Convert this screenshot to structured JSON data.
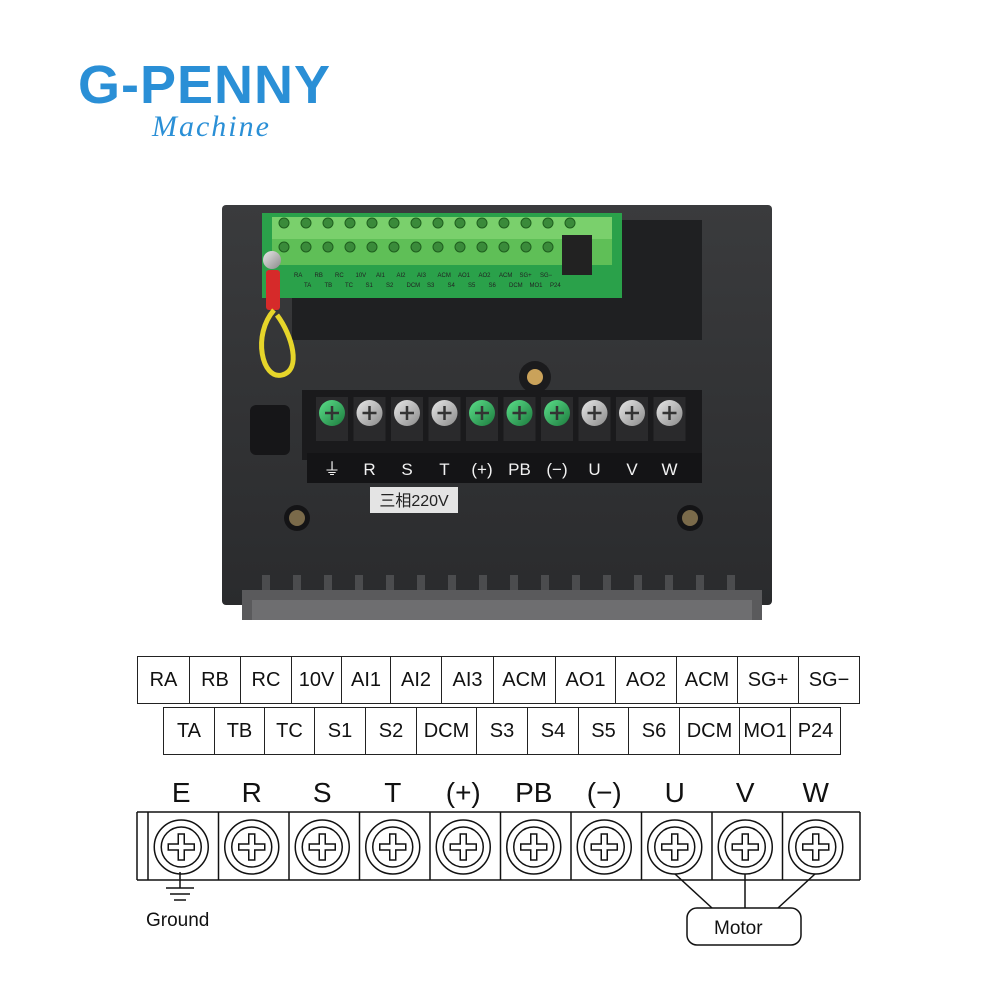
{
  "logo": {
    "title": "G-PENNY",
    "subtitle": "Machine"
  },
  "photo": {
    "terminal_labels": [
      "⏚",
      "R",
      "S",
      "T",
      "(+)",
      "PB",
      "(−)",
      "U",
      "V",
      "W"
    ],
    "voltage_tag": "三相220V",
    "board_labels_top": [
      "RA",
      "RB",
      "RC",
      "10V",
      "AI1",
      "AI2",
      "AI3",
      "ACM",
      "AO1",
      "AO2",
      "ACM",
      "SG+",
      "SG−"
    ],
    "board_labels_bottom": [
      "TA",
      "TB",
      "TC",
      "S1",
      "S2",
      "DCM",
      "S3",
      "S4",
      "S5",
      "S6",
      "DCM",
      "MO1",
      "P24"
    ]
  },
  "control_terminals": {
    "top_row": [
      "RA",
      "RB",
      "RC",
      "10V",
      "AI1",
      "AI2",
      "AI3",
      "ACM",
      "AO1",
      "AO2",
      "ACM",
      "SG+",
      "SG−"
    ],
    "bottom_row": [
      "TA",
      "TB",
      "TC",
      "S1",
      "S2",
      "DCM",
      "S3",
      "S4",
      "S5",
      "S6",
      "DCM",
      "MO1",
      "P24"
    ]
  },
  "power_terminals": {
    "labels": [
      "E",
      "R",
      "S",
      "T",
      "(+)",
      "PB",
      "(−)",
      "U",
      "V",
      "W"
    ],
    "ground_label": "Ground",
    "motor_label": "Motor"
  }
}
